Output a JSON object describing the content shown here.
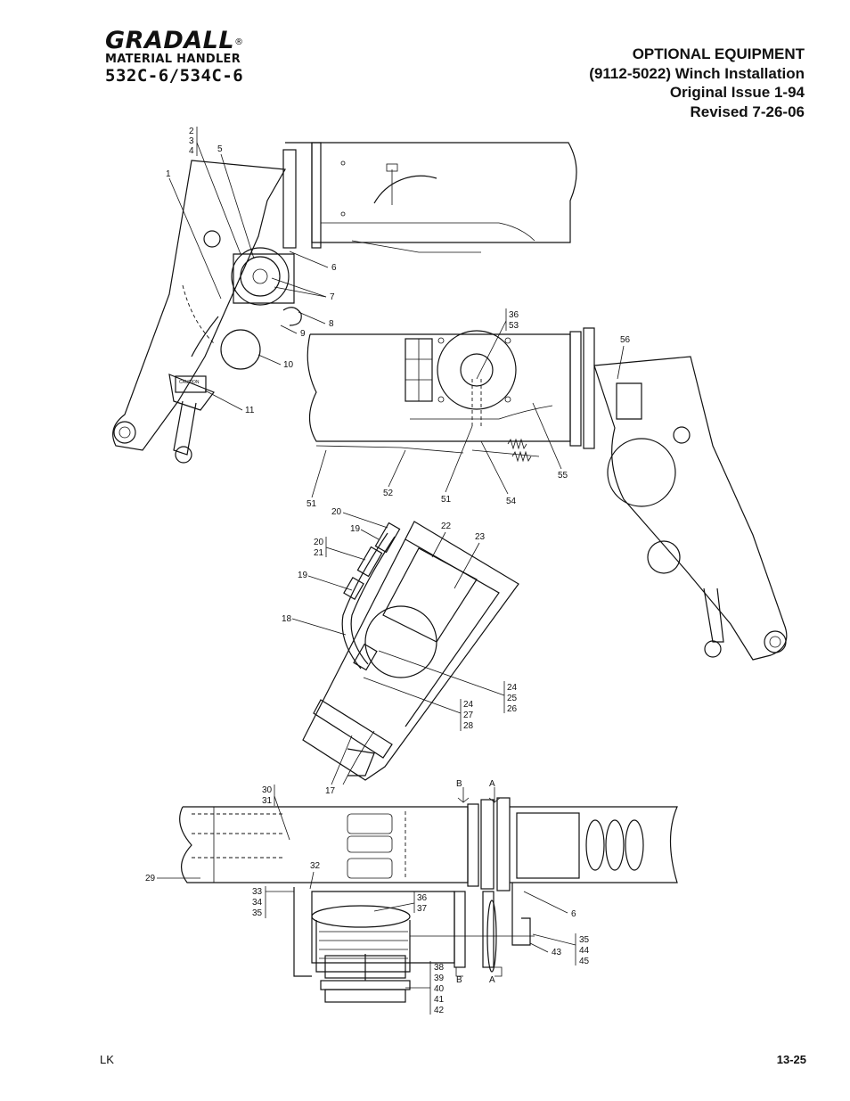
{
  "logo": {
    "brand": "GRADALL",
    "registered": "®",
    "subtitle": "MATERIAL HANDLER",
    "model": "532C-6/534C-6"
  },
  "header": {
    "line1": "OPTIONAL EQUIPMENT",
    "line2": "(9112-5022) Winch Installation",
    "line3": "Original Issue 1-94",
    "line4": "Revised 7-26-06"
  },
  "footer": {
    "left": "LK",
    "page": "13-25"
  },
  "callouts": {
    "c1": "1",
    "c2": "2",
    "c3": "3",
    "c4": "4",
    "c5": "5",
    "c6": "6",
    "c7": "7",
    "c8": "8",
    "c9": "9",
    "c10": "10",
    "c11": "11",
    "c36": "36",
    "c53": "53",
    "c56": "56",
    "c55": "55",
    "c51a": "51",
    "c52": "52",
    "c51b": "51",
    "c54": "54",
    "c20a": "20",
    "c19a": "19",
    "c22": "22",
    "c23": "23",
    "c20b": "20",
    "c21": "21",
    "c19b": "19",
    "c18": "18",
    "c24a": "24",
    "c25": "25",
    "c26": "26",
    "c24b": "24",
    "c27": "27",
    "c28": "28",
    "c17": "17",
    "c30": "30",
    "c31": "31",
    "c29": "29",
    "c32": "32",
    "c33": "33",
    "c34": "34",
    "c35a": "35",
    "c36b": "36",
    "c37": "37",
    "c6b": "6",
    "c35b": "35",
    "c44": "44",
    "c45": "45",
    "c43": "43",
    "c38": "38",
    "c39": "39",
    "c40": "40",
    "c41": "41",
    "c42": "42",
    "secBtop": "B",
    "secAtop": "A",
    "secBbot": "B",
    "secAbot": "A"
  },
  "decal": {
    "caution": "CAUTION"
  }
}
